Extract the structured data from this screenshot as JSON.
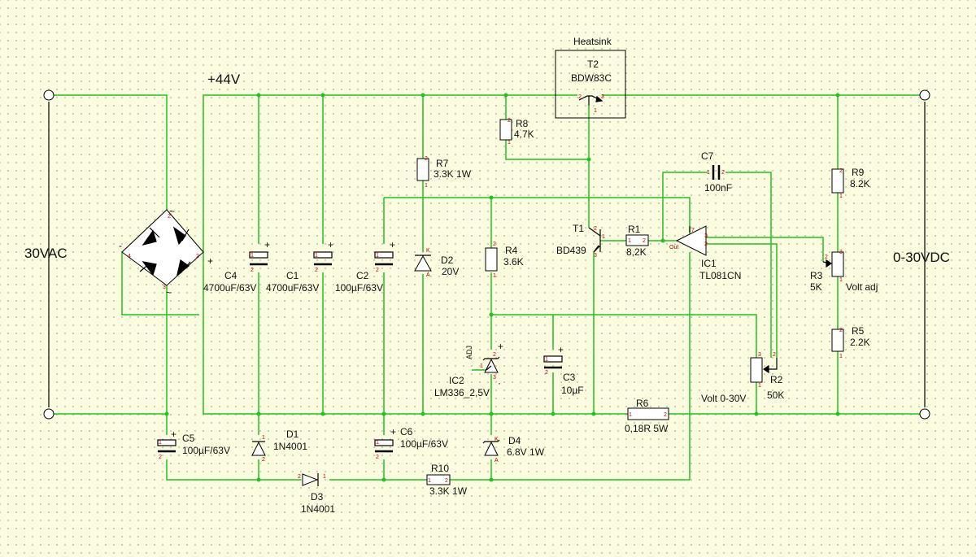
{
  "colors": {
    "background": "#fbfbdf",
    "wire": "#1fc41f",
    "pin_number": "#c00000",
    "component": "#000000"
  },
  "labels": {
    "input": "30VAC",
    "output": "0-30VDC",
    "rail": "+44V",
    "heatsink": "Heatsink"
  },
  "components": {
    "t2": {
      "ref": "T2",
      "value": "BDW83C"
    },
    "t1": {
      "ref": "T1",
      "value": "BD439"
    },
    "r1": {
      "ref": "R1",
      "value": "8,2K"
    },
    "r2": {
      "ref": "R2",
      "value": "50K",
      "extra": "Volt 0-30V"
    },
    "r3": {
      "ref": "R3",
      "value": "5K",
      "extra": "Volt adj"
    },
    "r4": {
      "ref": "R4",
      "value": "3.6K"
    },
    "r5": {
      "ref": "R5",
      "value": "2.2K"
    },
    "r6": {
      "ref": "R6",
      "value": "0,18R 5W"
    },
    "r7": {
      "ref": "R7",
      "value": "3.3K 1W"
    },
    "r8": {
      "ref": "R8",
      "value": "4.7K"
    },
    "r9": {
      "ref": "R9",
      "value": "8.2K"
    },
    "r10": {
      "ref": "R10",
      "value": "3.3K 1W"
    },
    "c1": {
      "ref": "C1",
      "value": "4700uF/63V"
    },
    "c2": {
      "ref": "C2",
      "value": "100µF/63V"
    },
    "c3": {
      "ref": "C3",
      "value": "10µF"
    },
    "c4": {
      "ref": "C4",
      "value": "4700uF/63V"
    },
    "c5": {
      "ref": "C5",
      "value": "100µF/63V"
    },
    "c6": {
      "ref": "C6",
      "value": "100µF/63V"
    },
    "c7": {
      "ref": "C7",
      "value": "100nF"
    },
    "d1": {
      "ref": "D1",
      "value": "1N4001"
    },
    "d2": {
      "ref": "D2",
      "value": "20V"
    },
    "d3": {
      "ref": "D3",
      "value": "1N4001"
    },
    "d4": {
      "ref": "D4",
      "value": "6.8V 1W"
    },
    "ic1": {
      "ref": "IC1",
      "value": "TL081CN",
      "pin_out": "Out"
    },
    "ic2": {
      "ref": "IC2",
      "value": "LM336_2,5V",
      "pin_adj": "ADJ"
    }
  },
  "marks": {
    "plus": "+",
    "minus": "-",
    "tilde": "~",
    "k": "K",
    "a": "A",
    "dot": "·"
  },
  "pins": [
    "1",
    "2",
    "3",
    "4",
    "7"
  ]
}
